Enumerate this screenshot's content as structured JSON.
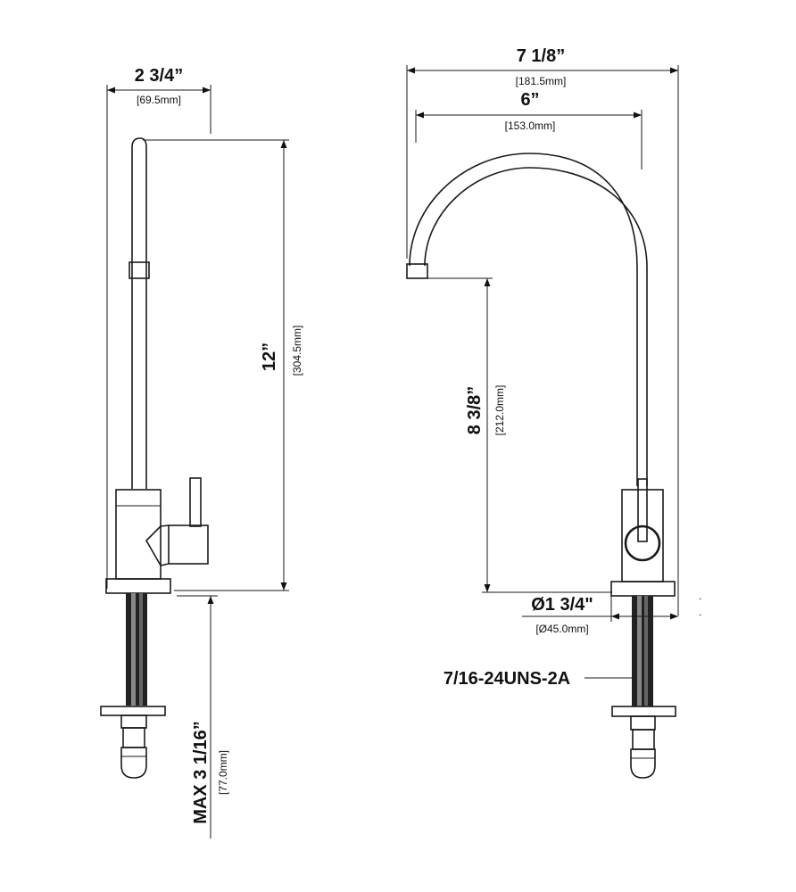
{
  "dimensions": {
    "side_width_in": "2 3/4”",
    "side_width_mm": "[69.5mm]",
    "side_height_in": "12”",
    "side_height_mm": "[304.5mm]",
    "side_shank_in": "MAX 3 1/16”",
    "side_shank_mm": "[77.0mm]",
    "front_total_width_in": "7 1/8”",
    "front_total_width_mm": "[181.5mm]",
    "front_reach_in": "6”",
    "front_reach_mm": "[153.0mm]",
    "front_spout_height_in": "8 3/8”",
    "front_spout_height_mm": "[212.0mm]",
    "front_base_dia_in": "Ø1 3/4\"",
    "front_base_dia_mm": "[Ø45.0mm]",
    "thread_spec": "7/16-24UNS-2A"
  }
}
